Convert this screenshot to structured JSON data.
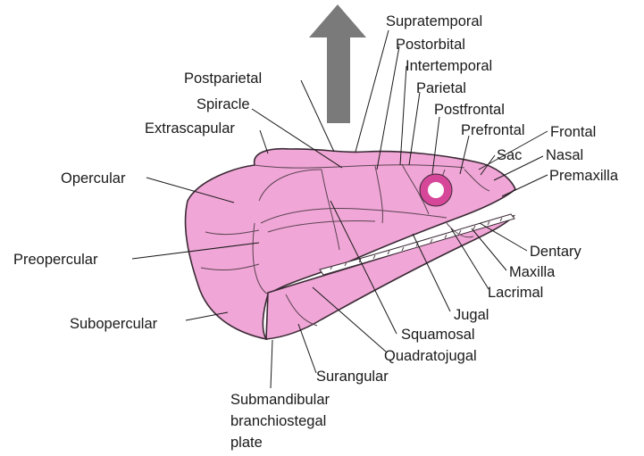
{
  "colors": {
    "skull_fill": "#f0a6d6",
    "skull_stroke": "#3a2a35",
    "suture": "#5b4453",
    "arrow": "#7a7a7a",
    "eye_ring": "#d6479a",
    "label_text": "#1a1a1a"
  },
  "icons": {
    "arrow": "up-arrow-icon",
    "eye": "orbit-ring-icon"
  },
  "labels": {
    "supratemporal": "Supratemporal",
    "postorbital": "Postorbital",
    "intertemporal": "Intertemporal",
    "parietal": "Parietal",
    "postfrontal": "Postfrontal",
    "prefrontal": "Prefrontal",
    "frontal": "Frontal",
    "sac": "Sac",
    "nasal": "Nasal",
    "premaxilla": "Premaxilla",
    "postparietal": "Postparietal",
    "spiracle": "Spiracle",
    "extrascapular": "Extrascapular",
    "opercular": "Opercular",
    "preopercular": "Preopercular",
    "subopercular": "Subopercular",
    "dentary": "Dentary",
    "maxilla": "Maxilla",
    "lacrimal": "Lacrimal",
    "jugal": "Jugal",
    "squamosal": "Squamosal",
    "quadratojugal": "Quadratojugal",
    "surangular": "Surangular",
    "submandibular_line1": "Submandibular",
    "submandibular_line2": "branchiostegal",
    "submandibular_line3": "plate"
  }
}
